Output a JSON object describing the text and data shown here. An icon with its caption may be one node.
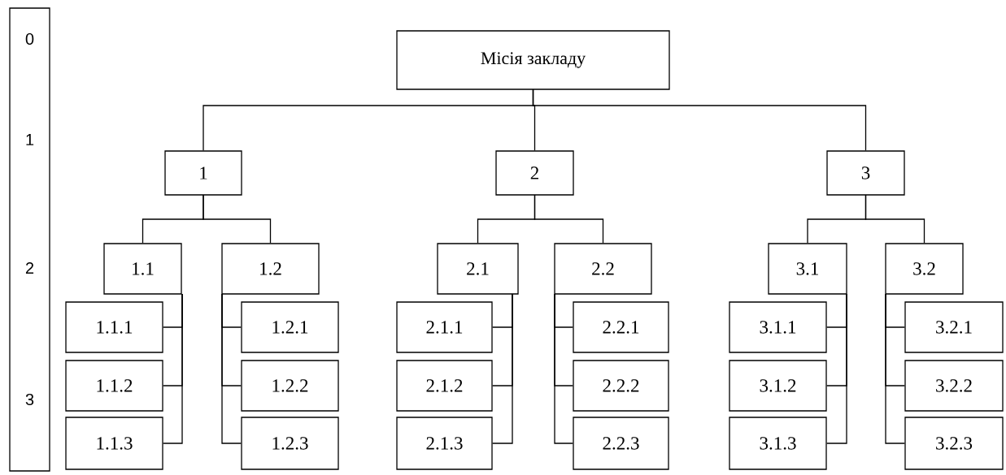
{
  "diagram": {
    "nodes": [
      {
        "text": [
          "0",
          "1",
          "2",
          "3"
        ]
      },
      {
        "text": [
          "Місія закладу"
        ]
      },
      {
        "text": [
          "1"
        ]
      },
      {
        "text": [
          "2"
        ]
      },
      {
        "text": [
          "3"
        ]
      },
      {
        "text": [
          "1.1"
        ]
      },
      {
        "text": [
          "1.2"
        ]
      },
      {
        "text": [
          "2.1"
        ]
      },
      {
        "text": [
          "2.2"
        ]
      },
      {
        "text": [
          "3.1"
        ]
      },
      {
        "text": [
          "3.2"
        ]
      },
      {
        "text": [
          "1.1.1"
        ]
      },
      {
        "text": [
          "1.1.2"
        ]
      },
      {
        "text": [
          "1.1.3"
        ]
      },
      {
        "text": [
          "1.2.1"
        ]
      },
      {
        "text": [
          "1.2.2"
        ]
      },
      {
        "text": [
          "1.2.3"
        ]
      },
      {
        "text": [
          "2.1.1"
        ]
      },
      {
        "text": [
          "2.1.2"
        ]
      },
      {
        "text": [
          "2.1.3"
        ]
      },
      {
        "text": [
          "2.2.1"
        ]
      },
      {
        "text": [
          "2.2.2"
        ]
      },
      {
        "text": [
          "2.2.3"
        ]
      },
      {
        "text": [
          "3.1.1"
        ]
      },
      {
        "text": [
          "3.1.2"
        ]
      },
      {
        "text": [
          "3.1.3"
        ]
      },
      {
        "text": [
          "3.2.1"
        ]
      },
      {
        "text": [
          "3.2.2"
        ]
      },
      {
        "text": [
          "3.2.3"
        ]
      }
    ],
    "edges": [
      {
        "from": 1,
        "to": 2,
        "arrow": "none"
      },
      {
        "from": 1,
        "to": 3,
        "arrow": "none"
      },
      {
        "from": 1,
        "to": 4,
        "arrow": "none"
      },
      {
        "from": 2,
        "to": 5,
        "arrow": "none"
      },
      {
        "from": 2,
        "to": 6,
        "arrow": "none"
      },
      {
        "from": 3,
        "to": 7,
        "arrow": "none"
      },
      {
        "from": 3,
        "to": 8,
        "arrow": "none"
      },
      {
        "from": 4,
        "to": 9,
        "arrow": "none"
      },
      {
        "from": 4,
        "to": 10,
        "arrow": "none"
      },
      {
        "from": 5,
        "to": 11,
        "arrow": "none"
      },
      {
        "from": 5,
        "to": 12,
        "arrow": "none"
      },
      {
        "from": 5,
        "to": 13,
        "arrow": "none"
      },
      {
        "from": 6,
        "to": 14,
        "arrow": "none"
      },
      {
        "from": 6,
        "to": 15,
        "arrow": "none"
      },
      {
        "from": 6,
        "to": 16,
        "arrow": "none"
      },
      {
        "from": 7,
        "to": 17,
        "arrow": "none"
      },
      {
        "from": 7,
        "to": 18,
        "arrow": "none"
      },
      {
        "from": 7,
        "to": 19,
        "arrow": "none"
      },
      {
        "from": 8,
        "to": 20,
        "arrow": "none"
      },
      {
        "from": 8,
        "to": 21,
        "arrow": "none"
      },
      {
        "from": 8,
        "to": 22,
        "arrow": "none"
      },
      {
        "from": 9,
        "to": 23,
        "arrow": "none"
      },
      {
        "from": 9,
        "to": 24,
        "arrow": "none"
      },
      {
        "from": 9,
        "to": 25,
        "arrow": "none"
      },
      {
        "from": 10,
        "to": 26,
        "arrow": "none"
      },
      {
        "from": 10,
        "to": 27,
        "arrow": "none"
      },
      {
        "from": 10,
        "to": 28,
        "arrow": "none"
      }
    ]
  }
}
